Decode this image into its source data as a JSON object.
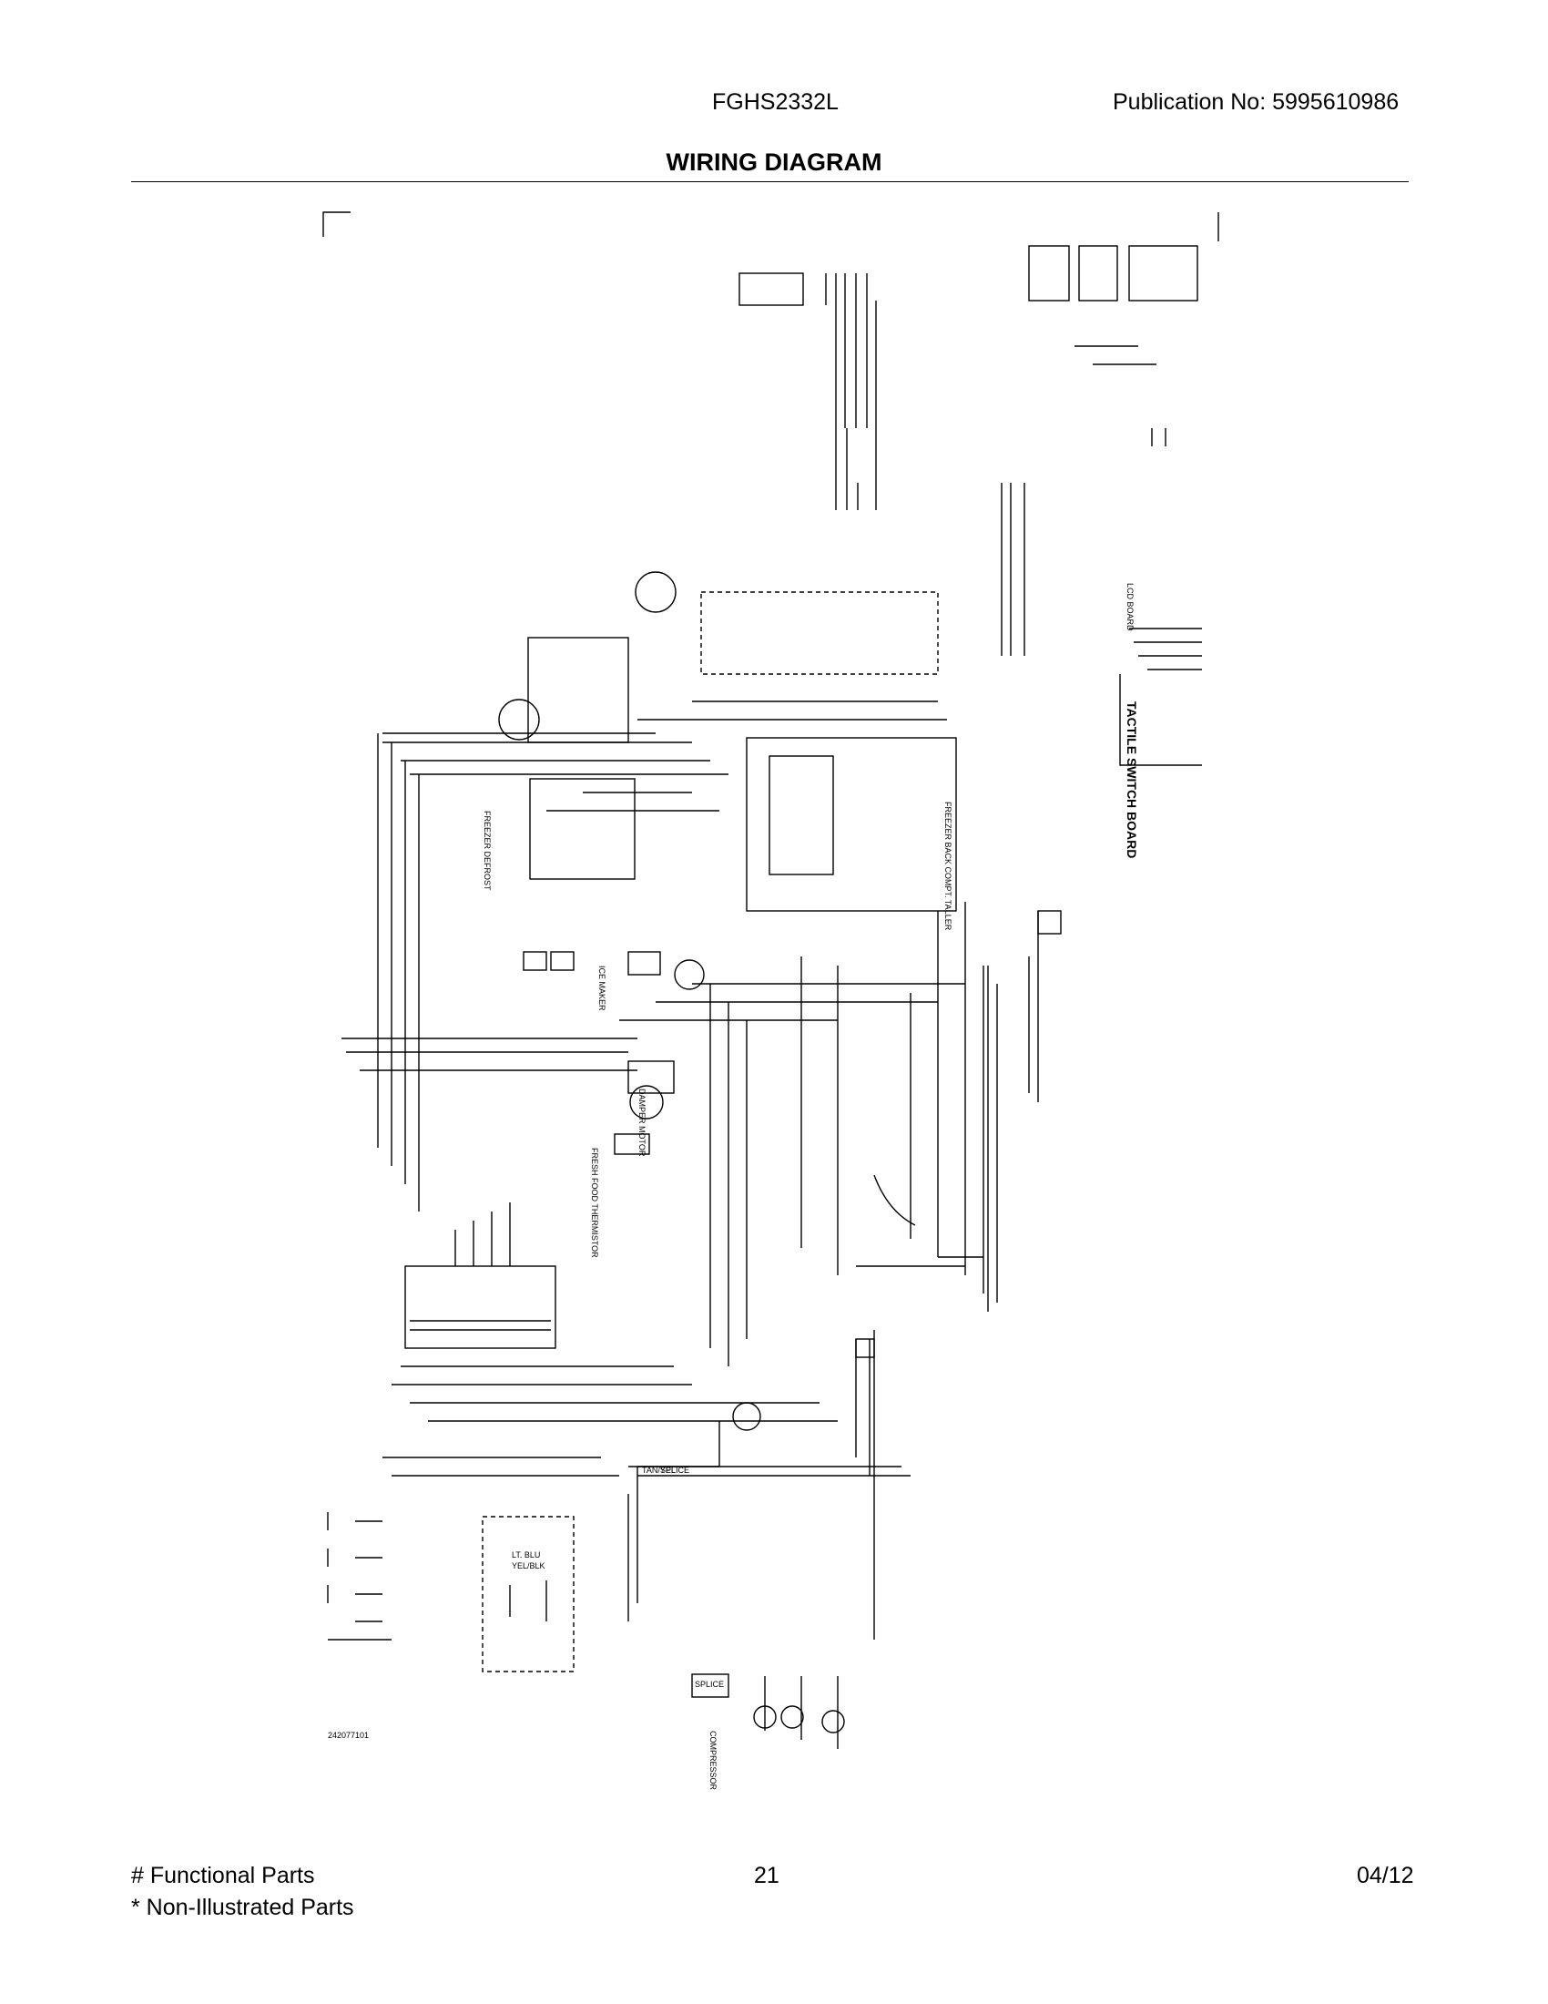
{
  "header": {
    "model": "FGHS2332L",
    "publication": "Publication No:  5995610986"
  },
  "title": "WIRING DIAGRAM",
  "diagram": {
    "labels": {
      "lcd_board": "LCD BOARD",
      "tactile_board": "TACTILE SWITCH BOARD",
      "freezer_compt": "FREEZER BACK COMPT. TALLER",
      "freezer_defrost": "FREEZER DEFROST",
      "fresh_food_thermistor": "FRESH FOOD THERMISTOR",
      "ice_maker": "ICE MAKER",
      "damper": "DAMPER MOTOR",
      "compressor": "COMPRESSOR",
      "splice": "SPLICE",
      "splice2": "SPLICE",
      "lt_blu": "LT. BLU",
      "yel_blk": "YEL/BLK",
      "tan_yel": "TAN/YEL",
      "doc_number": "242077101"
    }
  },
  "footer": {
    "functional": "# Functional Parts",
    "non_illustrated": "* Non-Illustrated Parts",
    "page": "21",
    "date": "04/12"
  }
}
